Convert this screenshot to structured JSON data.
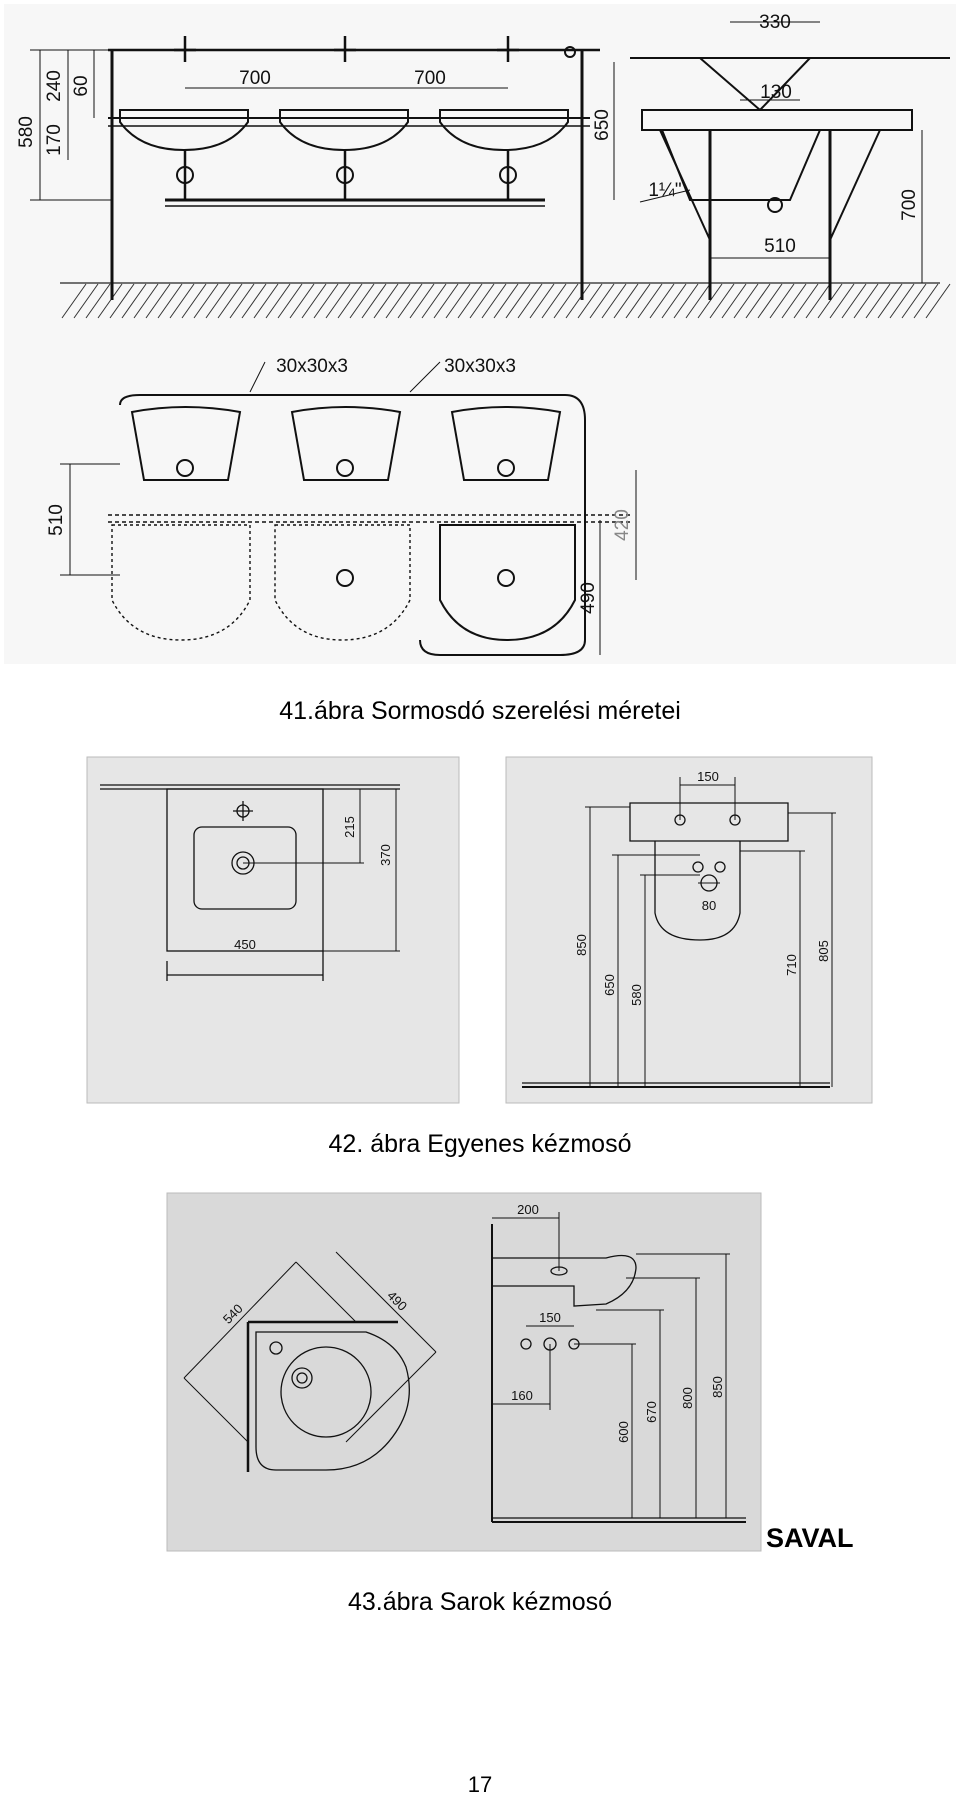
{
  "figures": [
    {
      "caption": "41.ábra Sormosdó szerelési méretei",
      "dims": {
        "spacing_1": "700",
        "spacing_2": "700",
        "h_580": "580",
        "h_240": "240",
        "h_60": "60",
        "h_170": "170",
        "h_650": "650",
        "pipe": "1¼\"",
        "w_330": "330",
        "w_130": "130",
        "w_510": "510",
        "h_700": "700",
        "profile_1": "30x30x3",
        "profile_2": "30x30x3",
        "depth_510": "510",
        "d_420": "420",
        "d_490": "490"
      }
    },
    {
      "caption": "42. ábra Egyenes kézmosó",
      "dims": {
        "w_450": "450",
        "d_215": "215",
        "d_370": "370",
        "w_150": "150",
        "w_80": "80",
        "h_850": "850",
        "h_650": "650",
        "h_580": "580",
        "h_710": "710",
        "h_805": "805"
      }
    },
    {
      "caption": "43.ábra Sarok kézmosó",
      "brand": "SAVAL",
      "dims": {
        "s_540": "540",
        "s_490": "490",
        "w_200": "200",
        "w_150": "150",
        "w_160": "160",
        "h_600": "600",
        "h_670": "670",
        "h_800": "800",
        "h_850": "850"
      }
    }
  ],
  "page_number": "17"
}
